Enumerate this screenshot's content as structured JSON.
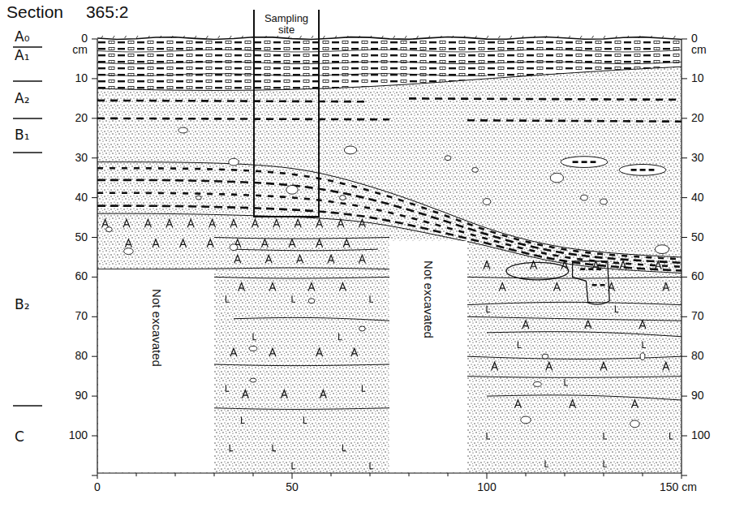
{
  "diagram": {
    "title": "Section 365:2",
    "nodes": [
      {
        "text": [
          "Sampling site"
        ]
      },
      {
        "text": [
          "Not excavated"
        ]
      },
      {
        "text": [
          "Not excavated"
        ]
      }
    ],
    "labels": [
      "A₀",
      "A₁",
      "A₂",
      "B₁",
      "B₂",
      "C",
      "0",
      "cm",
      "10",
      "20",
      "30",
      "40",
      "50",
      "60",
      "70",
      "80",
      "90",
      "100",
      "0",
      "cm",
      "10",
      "20",
      "30",
      "40",
      "50",
      "60",
      "70",
      "80",
      "90",
      "100",
      "0",
      "50",
      "100",
      "150 cm"
    ]
  }
}
